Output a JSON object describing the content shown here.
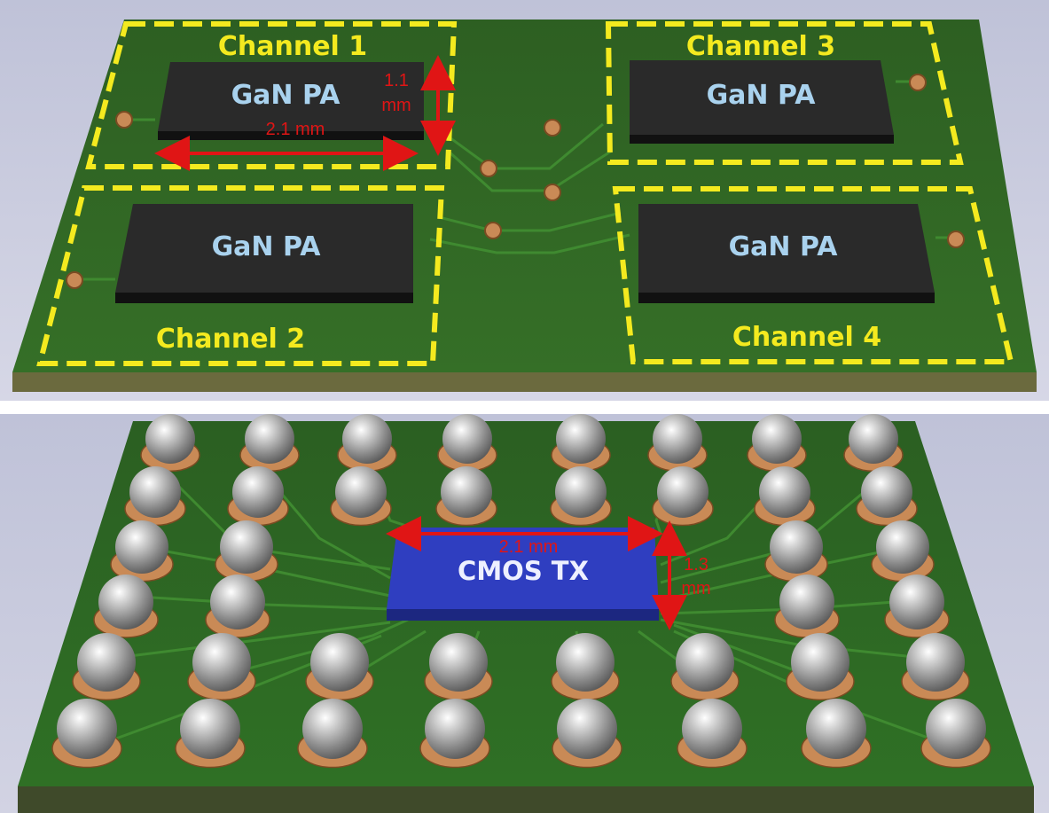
{
  "top_module": {
    "channels": [
      {
        "label": "Channel 1",
        "chip": "GaN PA"
      },
      {
        "label": "Channel 2",
        "chip": "GaN PA"
      },
      {
        "label": "Channel 3",
        "chip": "GaN PA"
      },
      {
        "label": "Channel 4",
        "chip": "GaN PA"
      }
    ],
    "dimensions": {
      "width": "2.1 mm",
      "height_value": "1.1",
      "height_unit": "mm"
    }
  },
  "bottom_module": {
    "chip": "CMOS TX",
    "dimensions": {
      "width": "2.1 mm",
      "height_value": "1.3",
      "height_unit": "mm"
    },
    "solder_ball_rows": 6,
    "solder_ball_cols": 8
  },
  "colors": {
    "pcb": "#2b6a22",
    "outline": "#f4ea1f",
    "dimension": "#e01515",
    "gan_chip": "#2a2a2a",
    "cmos_chip": "#2f3ec0",
    "solder_ball": "#9a9a9a",
    "pad": "#c98a56"
  }
}
